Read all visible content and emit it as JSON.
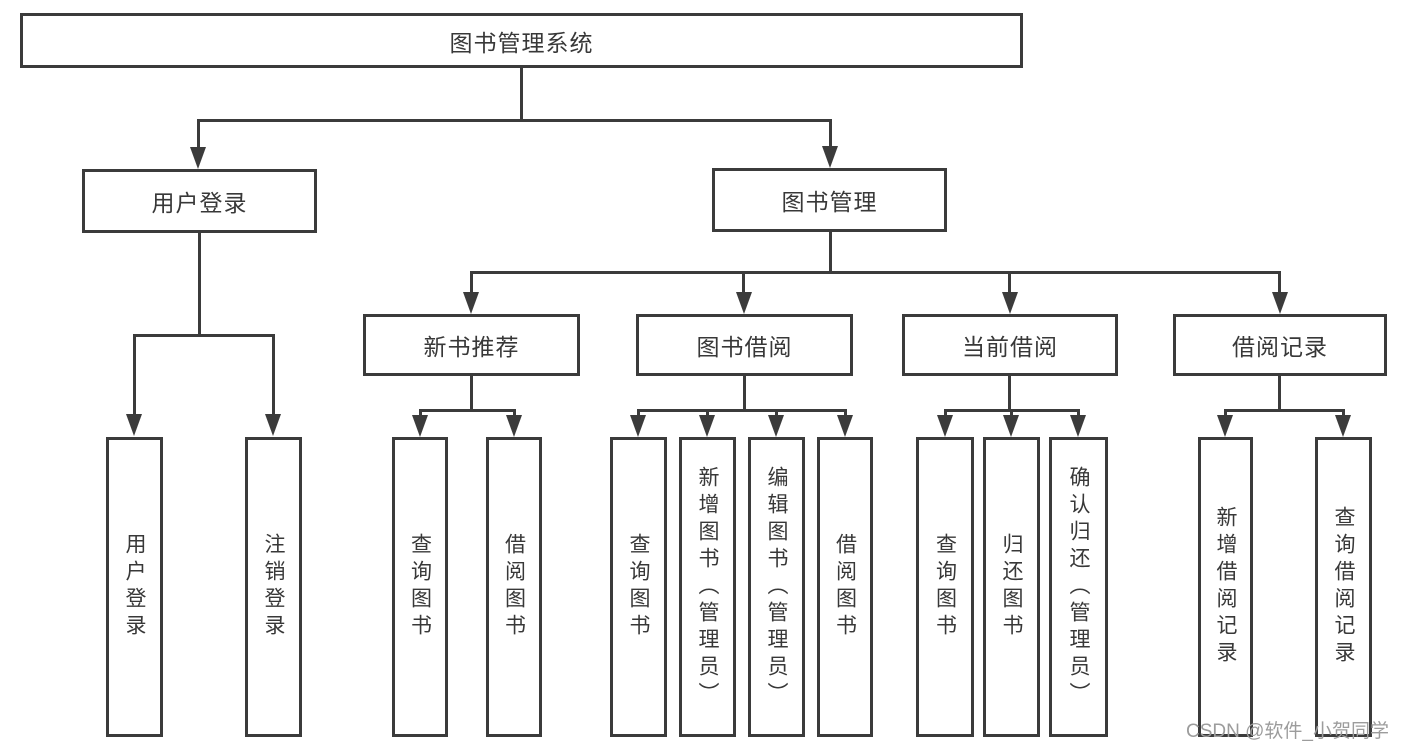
{
  "title": {
    "label": "图书管理系统"
  },
  "level2": [
    {
      "label": "用户登录"
    },
    {
      "label": "图书管理"
    }
  ],
  "level3": [
    {
      "label": "新书推荐"
    },
    {
      "label": "图书借阅"
    },
    {
      "label": "当前借阅"
    },
    {
      "label": "借阅记录"
    }
  ],
  "leaves": [
    {
      "label": "用户登录"
    },
    {
      "label": "注销登录"
    },
    {
      "label": "查询图书"
    },
    {
      "label": "借阅图书"
    },
    {
      "label": "查询图书"
    },
    {
      "label": "新增图书（管理员）"
    },
    {
      "label": "编辑图书（管理员）"
    },
    {
      "label": "借阅图书"
    },
    {
      "label": "查询图书"
    },
    {
      "label": "归还图书"
    },
    {
      "label": "确认归还（管理员）"
    },
    {
      "label": "新增借阅记录"
    },
    {
      "label": "查询借阅记录"
    }
  ],
  "watermark": {
    "text": "CSDN @软件_小贺同学"
  },
  "colors": {
    "line": "#3b3b3b",
    "text": "#383838",
    "background": "#ffffff",
    "watermark": "#9c9c9c"
  }
}
